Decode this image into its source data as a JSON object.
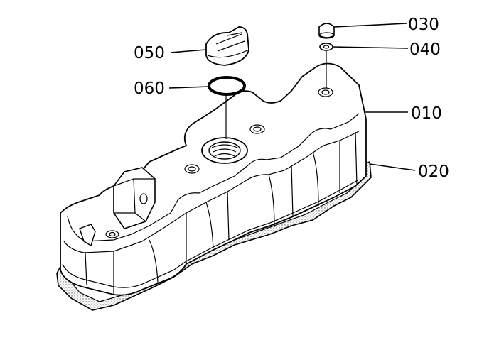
{
  "diagram": {
    "parts": [
      {
        "id": "010",
        "label": "010",
        "part": "cylinder-head-cover"
      },
      {
        "id": "020",
        "label": "020",
        "part": "gasket"
      },
      {
        "id": "030",
        "label": "030",
        "part": "cap-nut"
      },
      {
        "id": "040",
        "label": "040",
        "part": "washer"
      },
      {
        "id": "050",
        "label": "050",
        "part": "oil-filler-cap"
      },
      {
        "id": "060",
        "label": "060",
        "part": "o-ring"
      }
    ]
  },
  "colors": {
    "line": "#000000",
    "background": "#ffffff",
    "gasket_dots": "#555555"
  }
}
